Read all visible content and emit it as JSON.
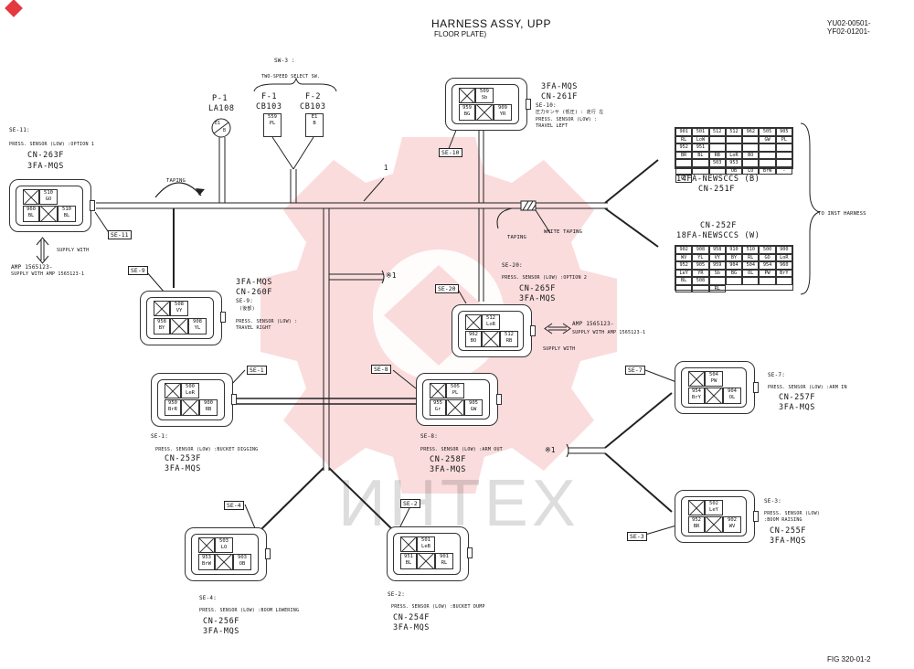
{
  "header": {
    "title": "HARNESS ASSY, UPP",
    "subtitle": "FLOOR PLATE)",
    "ref1": "YU02-00501-",
    "ref2": "YF02-01201-",
    "fig": "FIG 320-01-2"
  },
  "watermark": "ИНТЕХ",
  "harness_number": "1",
  "notes": {
    "taping": "TAPING",
    "taping2": "TAPING",
    "white_taping": "WHITE TAPING",
    "to_inst": "TO INST HARNESS",
    "mark1": "※1",
    "mark2": "※1"
  },
  "sw3": {
    "title": "SW-3 :",
    "desc": "TWO-SPEED SELECT SW.",
    "f1": "F-1",
    "f1b": "CB103",
    "f2": "F-2",
    "f2b": "CB103",
    "f1c1": "559",
    "f1c2": "PL",
    "f2c1": "E1",
    "f2c2": "B"
  },
  "p1": {
    "name": "P-1",
    "part": "LA108",
    "c1": "E1",
    "c2": "B"
  },
  "se11": {
    "tag": "SE-11",
    "head": "SE-11:",
    "desc": "PRESS. SENSOR (LOW) :OPTION 1",
    "cn": "CN-263F",
    "type": "3FA-MQS",
    "supply": "SUPPLY WITH",
    "amp": "AMP 1565123-",
    "amp2": "SUPPLY WITH AMP 1565123-1",
    "pins": [
      "510",
      "GO",
      "960",
      "BL",
      "510",
      "BL"
    ]
  },
  "se9": {
    "tag": "SE-9",
    "head": "SE-9:",
    "jp": "(後部)",
    "desc": "PRESS. SENSOR (LOW) :",
    "desc2": "TRAVEL RIGHT",
    "cn": "CN-260F",
    "type": "3FA-MQS",
    "pins": [
      "508",
      "VY",
      "958",
      "BY",
      "908",
      "YL"
    ]
  },
  "se10": {
    "tag": "SE-10",
    "head": "SE-10:",
    "jp": "圧力センサ (低圧) : 走行 左",
    "desc": "PRESS. SENSOR (LOW) :",
    "desc2": "TRAVEL LEFT",
    "cn": "CN-261F",
    "type": "3FA-MQS",
    "pins": [
      "509",
      "Sb",
      "959",
      "BG",
      "909",
      "YR"
    ]
  },
  "cn251": {
    "name": "14FA-NEWSCCS (B)",
    "cn": "CN-251F",
    "cells": [
      "901",
      "501",
      "512",
      "512",
      "962",
      "505",
      "905",
      "RL",
      "LoW",
      "",
      "",
      "",
      "GW",
      "PL",
      "952",
      "951",
      "",
      "",
      "",
      "",
      "",
      "BR",
      "BL",
      "RB",
      "LoR",
      "BO",
      "",
      "",
      "",
      "",
      "503",
      "953",
      "",
      "",
      "",
      "",
      "",
      "",
      "OB",
      "LO",
      "BrW",
      "-",
      "Gr"
    ]
  },
  "cn252": {
    "name": "18FA-NEWSCCS (W)",
    "cn": "CN-252F",
    "cells": [
      "902",
      "908",
      "958",
      "910",
      "510",
      "500",
      "900",
      "WV",
      "YL",
      "VY",
      "BY",
      "RL",
      "GO",
      "LoR",
      "952",
      "905",
      "959",
      "904",
      "504",
      "954",
      "960",
      "LeY",
      "YR",
      "Sb",
      "BG",
      "OL",
      "PW",
      "BrY",
      "BL",
      "508",
      "",
      "",
      "",
      "",
      "",
      "",
      "",
      "RL"
    ]
  },
  "se20": {
    "tag": "SE-20",
    "head": "SE-20:",
    "desc": "PRESS. SENSOR (LOW) :OPTION 2",
    "cn": "CN-265F",
    "type": "3FA-MQS",
    "amp": "AMP 1565123-",
    "amp2": "SUPPLY WITH AMP 1565123-1",
    "supply": "SUPPLY WITH",
    "pins": [
      "512",
      "LoR",
      "962",
      "BO",
      "512",
      "RB"
    ]
  },
  "se1": {
    "tag": "SE-1",
    "head": "SE-1:",
    "desc": "PRESS. SENSOR (LOW) :BUCKET DIGGING",
    "cn": "CN-253F",
    "type": "3FA-MQS",
    "pins": [
      "500",
      "LeR",
      "950",
      "BrR",
      "900",
      "RB"
    ]
  },
  "se8": {
    "tag": "SE-8",
    "head": "SE-8:",
    "desc": "PRESS. SENSOR (LOW) :ARM OUT",
    "cn": "CN-258F",
    "type": "3FA-MQS",
    "pins": [
      "505",
      "PL",
      "955",
      "Gr",
      "905",
      "GW"
    ]
  },
  "se7": {
    "tag": "SE-7",
    "head": "SE-7:",
    "desc": "PRESS. SENSOR (LOW) :ARM IN",
    "cn": "CN-257F",
    "type": "3FA-MQS",
    "pins": [
      "504",
      "PW",
      "954",
      "BrY",
      "904",
      "OL"
    ]
  },
  "se4": {
    "tag": "SE-4",
    "head": "SE-4:",
    "desc": "PRESS. SENSOR (LOW) :BOOM LOWERING",
    "cn": "CN-256F",
    "type": "3FA-MQS",
    "pins": [
      "503",
      "LO",
      "953",
      "BrW",
      "903",
      "OB"
    ]
  },
  "se2": {
    "tag": "SE-2",
    "head": "SE-2:",
    "desc": "PRESS. SENSOR (LOW) :BUCKET DUMP",
    "cn": "CN-254F",
    "type": "3FA-MQS",
    "pins": [
      "501",
      "LeB",
      "951",
      "BL",
      "901",
      "RL"
    ]
  },
  "se3": {
    "tag": "SE-3",
    "head": "SE-3:",
    "desc": "PRESS. SENSOR (LOW)",
    "desc2": ":BOOM RAISING",
    "cn": "CN-255F",
    "type": "3FA-MQS",
    "pins": [
      "502",
      "LeY",
      "952",
      "BR",
      "902",
      "WV"
    ]
  }
}
